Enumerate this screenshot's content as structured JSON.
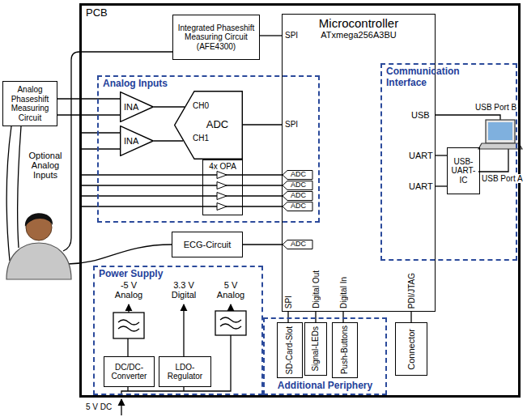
{
  "diagram": {
    "nodes": [
      {
        "text": [
          "PCB"
        ]
      },
      {
        "text": [
          "Integrated Phaseshift Measuring Circuit",
          "(AFE4300)"
        ],
        "in": 0
      },
      {
        "text": [
          "Microcontroller",
          "ATxmega256A3BU"
        ],
        "in": 0
      },
      {
        "text": [
          "Communication Interface"
        ],
        "in": 0
      },
      {
        "text": [
          "USB-UART-IC"
        ],
        "in": 3
      },
      {
        "text": [
          "Analog Inputs"
        ],
        "in": 0
      },
      {
        "text": [
          "INA"
        ],
        "in": 5
      },
      {
        "text": [
          "INA"
        ],
        "in": 5
      },
      {
        "text": [
          "ADC"
        ],
        "in": 5
      },
      {
        "text": [
          "4x OPA"
        ],
        "in": 5
      },
      {
        "text": [
          "Analog Phaseshift Measuring Circuit"
        ]
      },
      {
        "text": [
          "ECG-Circuit"
        ],
        "in": 0
      },
      {
        "text": [
          "Power Supply"
        ],
        "in": 0
      },
      {
        "text": [
          "DC/DC-Converter"
        ],
        "in": 12
      },
      {
        "text": [
          "LDO-Regulator"
        ],
        "in": 12
      },
      {
        "text": [
          "Additional Periphery"
        ],
        "in": 0
      },
      {
        "text": [
          "SD-Card-Slot"
        ],
        "in": 15
      },
      {
        "text": [
          "Signal-LEDs"
        ],
        "in": 15
      },
      {
        "text": [
          "Push-Buttons"
        ],
        "in": 15
      },
      {
        "text": [
          "Connector"
        ],
        "in": 0
      }
    ],
    "edges": [
      {
        "from": 1,
        "to": 2,
        "arrow": "none"
      },
      {
        "from": 10,
        "to": 6,
        "arrow": "none"
      },
      {
        "from": 10,
        "to": 6,
        "arrow": "none"
      },
      {
        "from": 6,
        "to": 8,
        "arrow": "none"
      },
      {
        "from": 7,
        "to": 8,
        "arrow": "none"
      },
      {
        "from": 8,
        "to": 2,
        "arrow": "none"
      },
      {
        "from": 9,
        "to": 2,
        "arrow": "none"
      },
      {
        "from": 9,
        "to": 2,
        "arrow": "none"
      },
      {
        "from": 9,
        "to": 2,
        "arrow": "none"
      },
      {
        "from": 9,
        "to": 2,
        "arrow": "none"
      },
      {
        "from": 11,
        "to": 2,
        "arrow": "none"
      },
      {
        "from": 2,
        "to": 4,
        "arrow": "none"
      },
      {
        "from": 2,
        "to": 4,
        "arrow": "none"
      },
      {
        "from": 2,
        "to": 16,
        "arrow": "none"
      },
      {
        "from": 2,
        "to": 17,
        "arrow": "none"
      },
      {
        "from": 18,
        "to": 2,
        "arrow": "none"
      },
      {
        "from": 19,
        "to": 2,
        "arrow": "none"
      }
    ],
    "labels": [
      "SPI",
      "CH0",
      "CH1",
      "SPI",
      "ADC",
      "ADC",
      "ADC",
      "ADC",
      "ADC",
      "USB",
      "UART",
      "UART",
      "USB Port B",
      "USB Port A",
      "Optional Analog Inputs",
      "-5 V Analog",
      "3.3 V Digital",
      "5 V Analog",
      "5 V DC",
      "SPI",
      "Digital Out",
      "Digital In",
      "PDI/JTAG"
    ]
  }
}
